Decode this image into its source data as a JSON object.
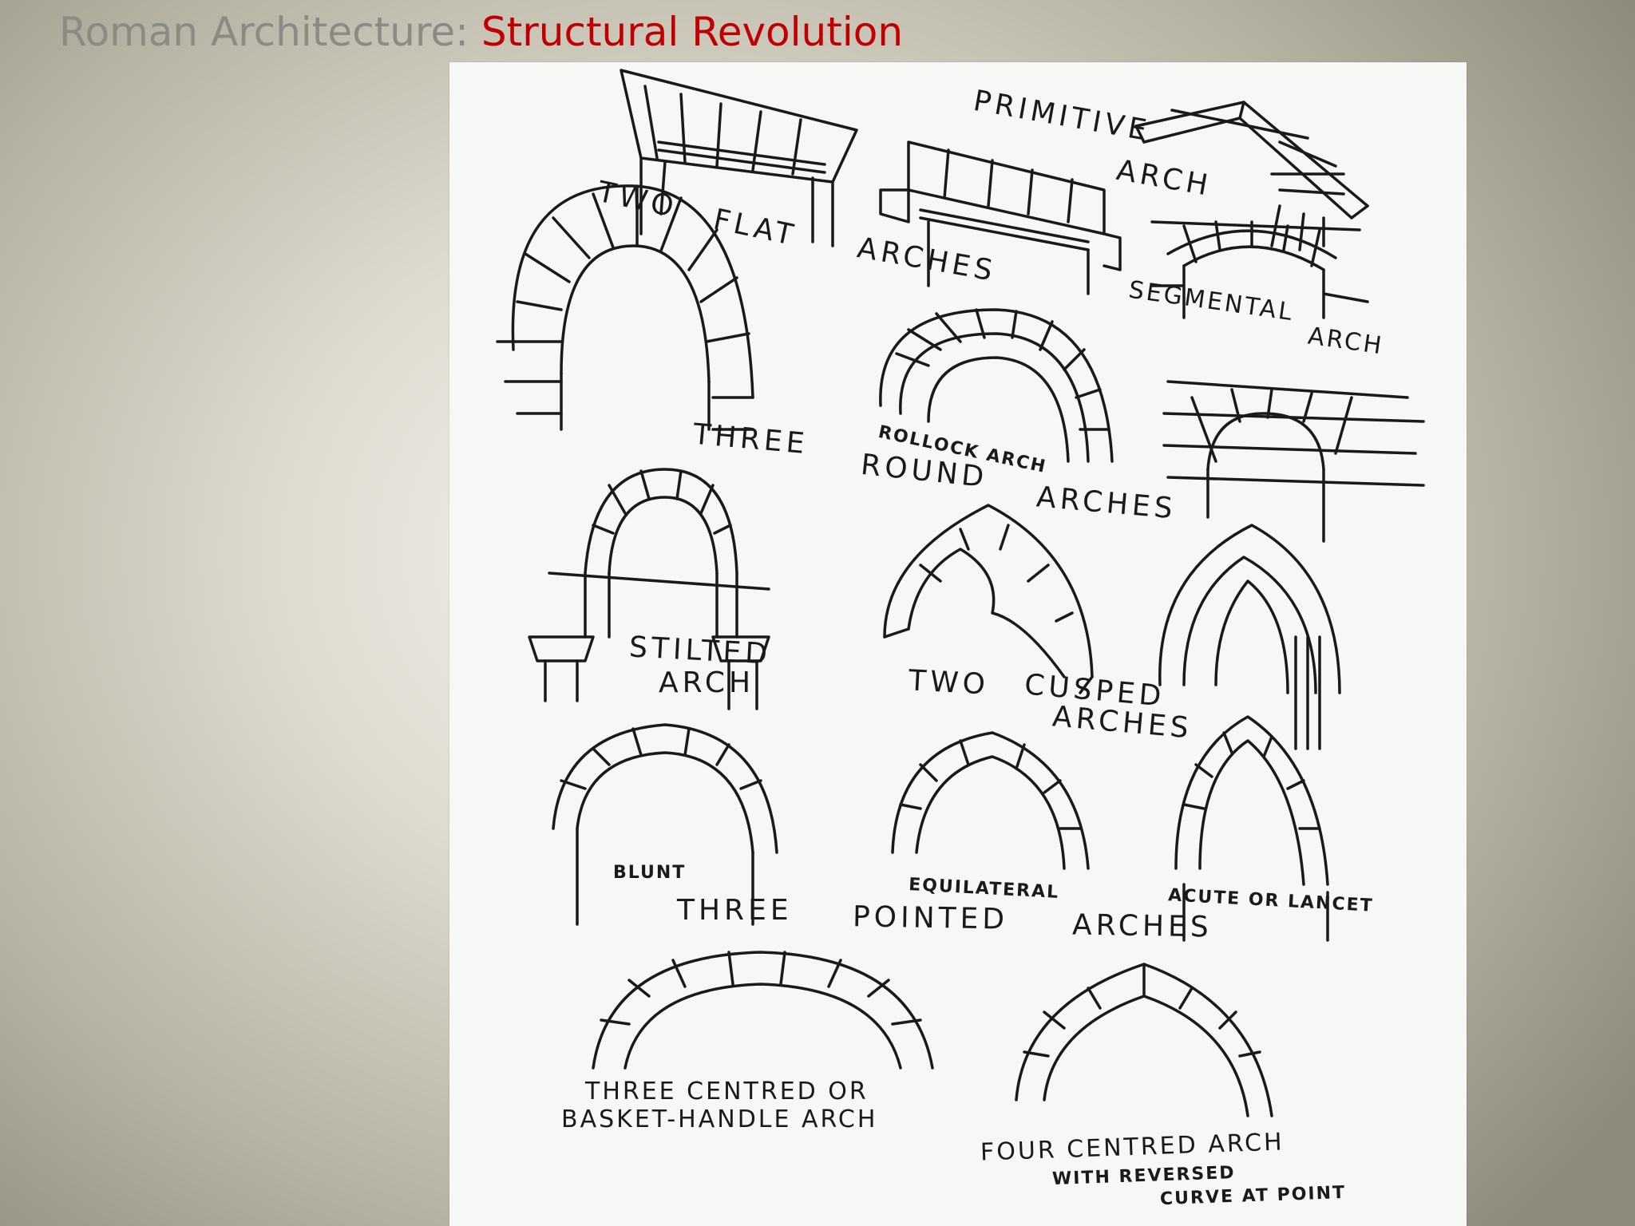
{
  "slide": {
    "title_prefix": "Roman Architecture: ",
    "title_highlight": "Structural Revolution",
    "colors": {
      "title_grey": "#8c8a84",
      "title_red": "#c00000",
      "figure_background": "#f7f7f5",
      "ink": "#1a1a1a"
    }
  },
  "figure": {
    "labels": {
      "primitive": "PRIMITIVE",
      "primitive_arch": "ARCH",
      "two": "TWO",
      "flat": "FLAT",
      "arches_1": "ARCHES",
      "segmental": "SEGMENTAL",
      "segmental_arch": "ARCH",
      "three_round_three": "THREE",
      "rollock": "ROLLOCK  ARCH",
      "round": "ROUND",
      "arches_2": "ARCHES",
      "stilted": "STILTED",
      "stilted_arch": "ARCH",
      "two_cusped_two": "TWO",
      "cusped": "CUSPED",
      "arches_3": "ARCHES",
      "blunt": "BLUNT",
      "equilateral": "EQUILATERAL",
      "acute": "ACUTE OR LANCET",
      "three_pointed_three": "THREE",
      "pointed": "POINTED",
      "arches_4": "ARCHES",
      "three_centred": "THREE CENTRED OR",
      "basket_handle": "BASKET-HANDLE ARCH",
      "four_centred": "FOUR CENTRED  ARCH",
      "with_reversed": "WITH REVERSED",
      "curve_at_point": "CURVE AT POINT"
    }
  }
}
